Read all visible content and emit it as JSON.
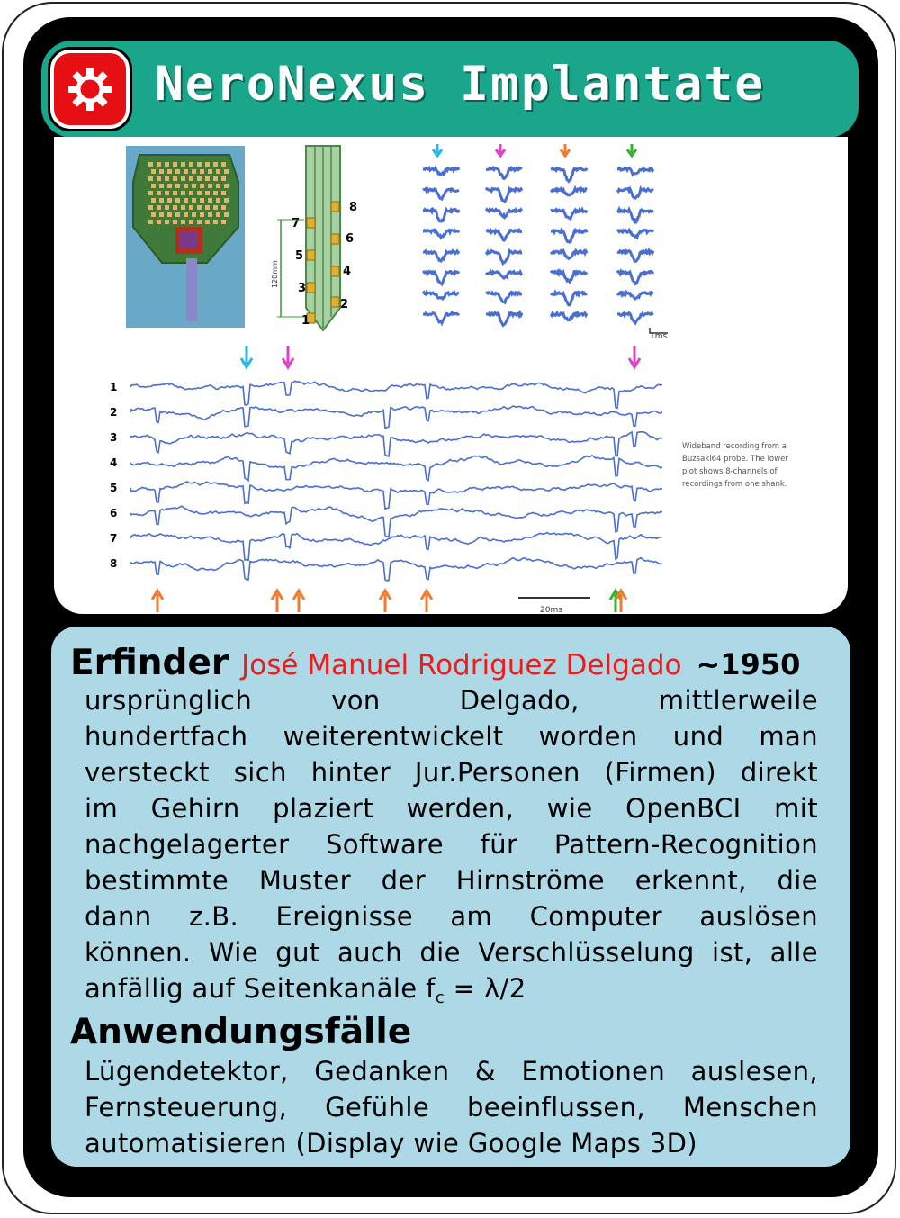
{
  "header": {
    "title": "NeroNexus Implantate",
    "icon": "gear-icon",
    "color_bg": "#1aa68a",
    "color_icon_bg": "#e50f14"
  },
  "figure": {
    "shank_left_labels": [
      "7",
      "5",
      "3",
      "1"
    ],
    "shank_right_labels": [
      "8",
      "6",
      "4",
      "2"
    ],
    "shank_scale": "120mm",
    "small_scale": "1ms",
    "trace_labels": [
      "1",
      "2",
      "3",
      "4",
      "5",
      "6",
      "7",
      "8"
    ],
    "bottom_scale": "20ms",
    "caption": [
      "Wideband recording from a",
      "Buzsaki64 probe. The lower",
      "plot shows 8-channels of",
      "recordings from one shank."
    ]
  },
  "erfinder": {
    "heading": "Erfinder",
    "name": "José Manuel Rodriguez Delgado",
    "year": "~1950",
    "lines": [
      "ursprünglich von Delgado, mittlerweile",
      "hundertfach weiterentwickelt worden und man",
      "versteckt sich hinter Jur.Personen (Firmen) direkt",
      "im Gehirn plaziert werden, wie OpenBCI mit",
      "nachgelagerter Software für Pattern-Recognition",
      "bestimmte Muster der Hirnströme erkennt, die",
      "dann z.B. Ereignisse am Computer auslösen",
      "können. Wie gut auch die Verschlüsselung ist, alle"
    ],
    "last_line_prefix": "anfällig auf Seitenkanäle f",
    "last_line_sub": "c",
    "last_line_suffix": " = λ/2"
  },
  "anwendungen": {
    "heading": "Anwendungsfälle",
    "lines": [
      "Lügendetektor, Gedanken & Emotionen auslesen,",
      "Fernsteuerung, Gefühle beeinflussen, Menschen",
      "automatisieren (Display wie Google Maps 3D)"
    ]
  },
  "colors": {
    "trace": "#4a6fd0",
    "arrow_cyan": "#29b6e8",
    "arrow_magenta": "#e040c8",
    "arrow_orange": "#f07a30",
    "arrow_green": "#3ab030",
    "text_panel": "#add8e6",
    "inventor": "#ee1c1c"
  }
}
